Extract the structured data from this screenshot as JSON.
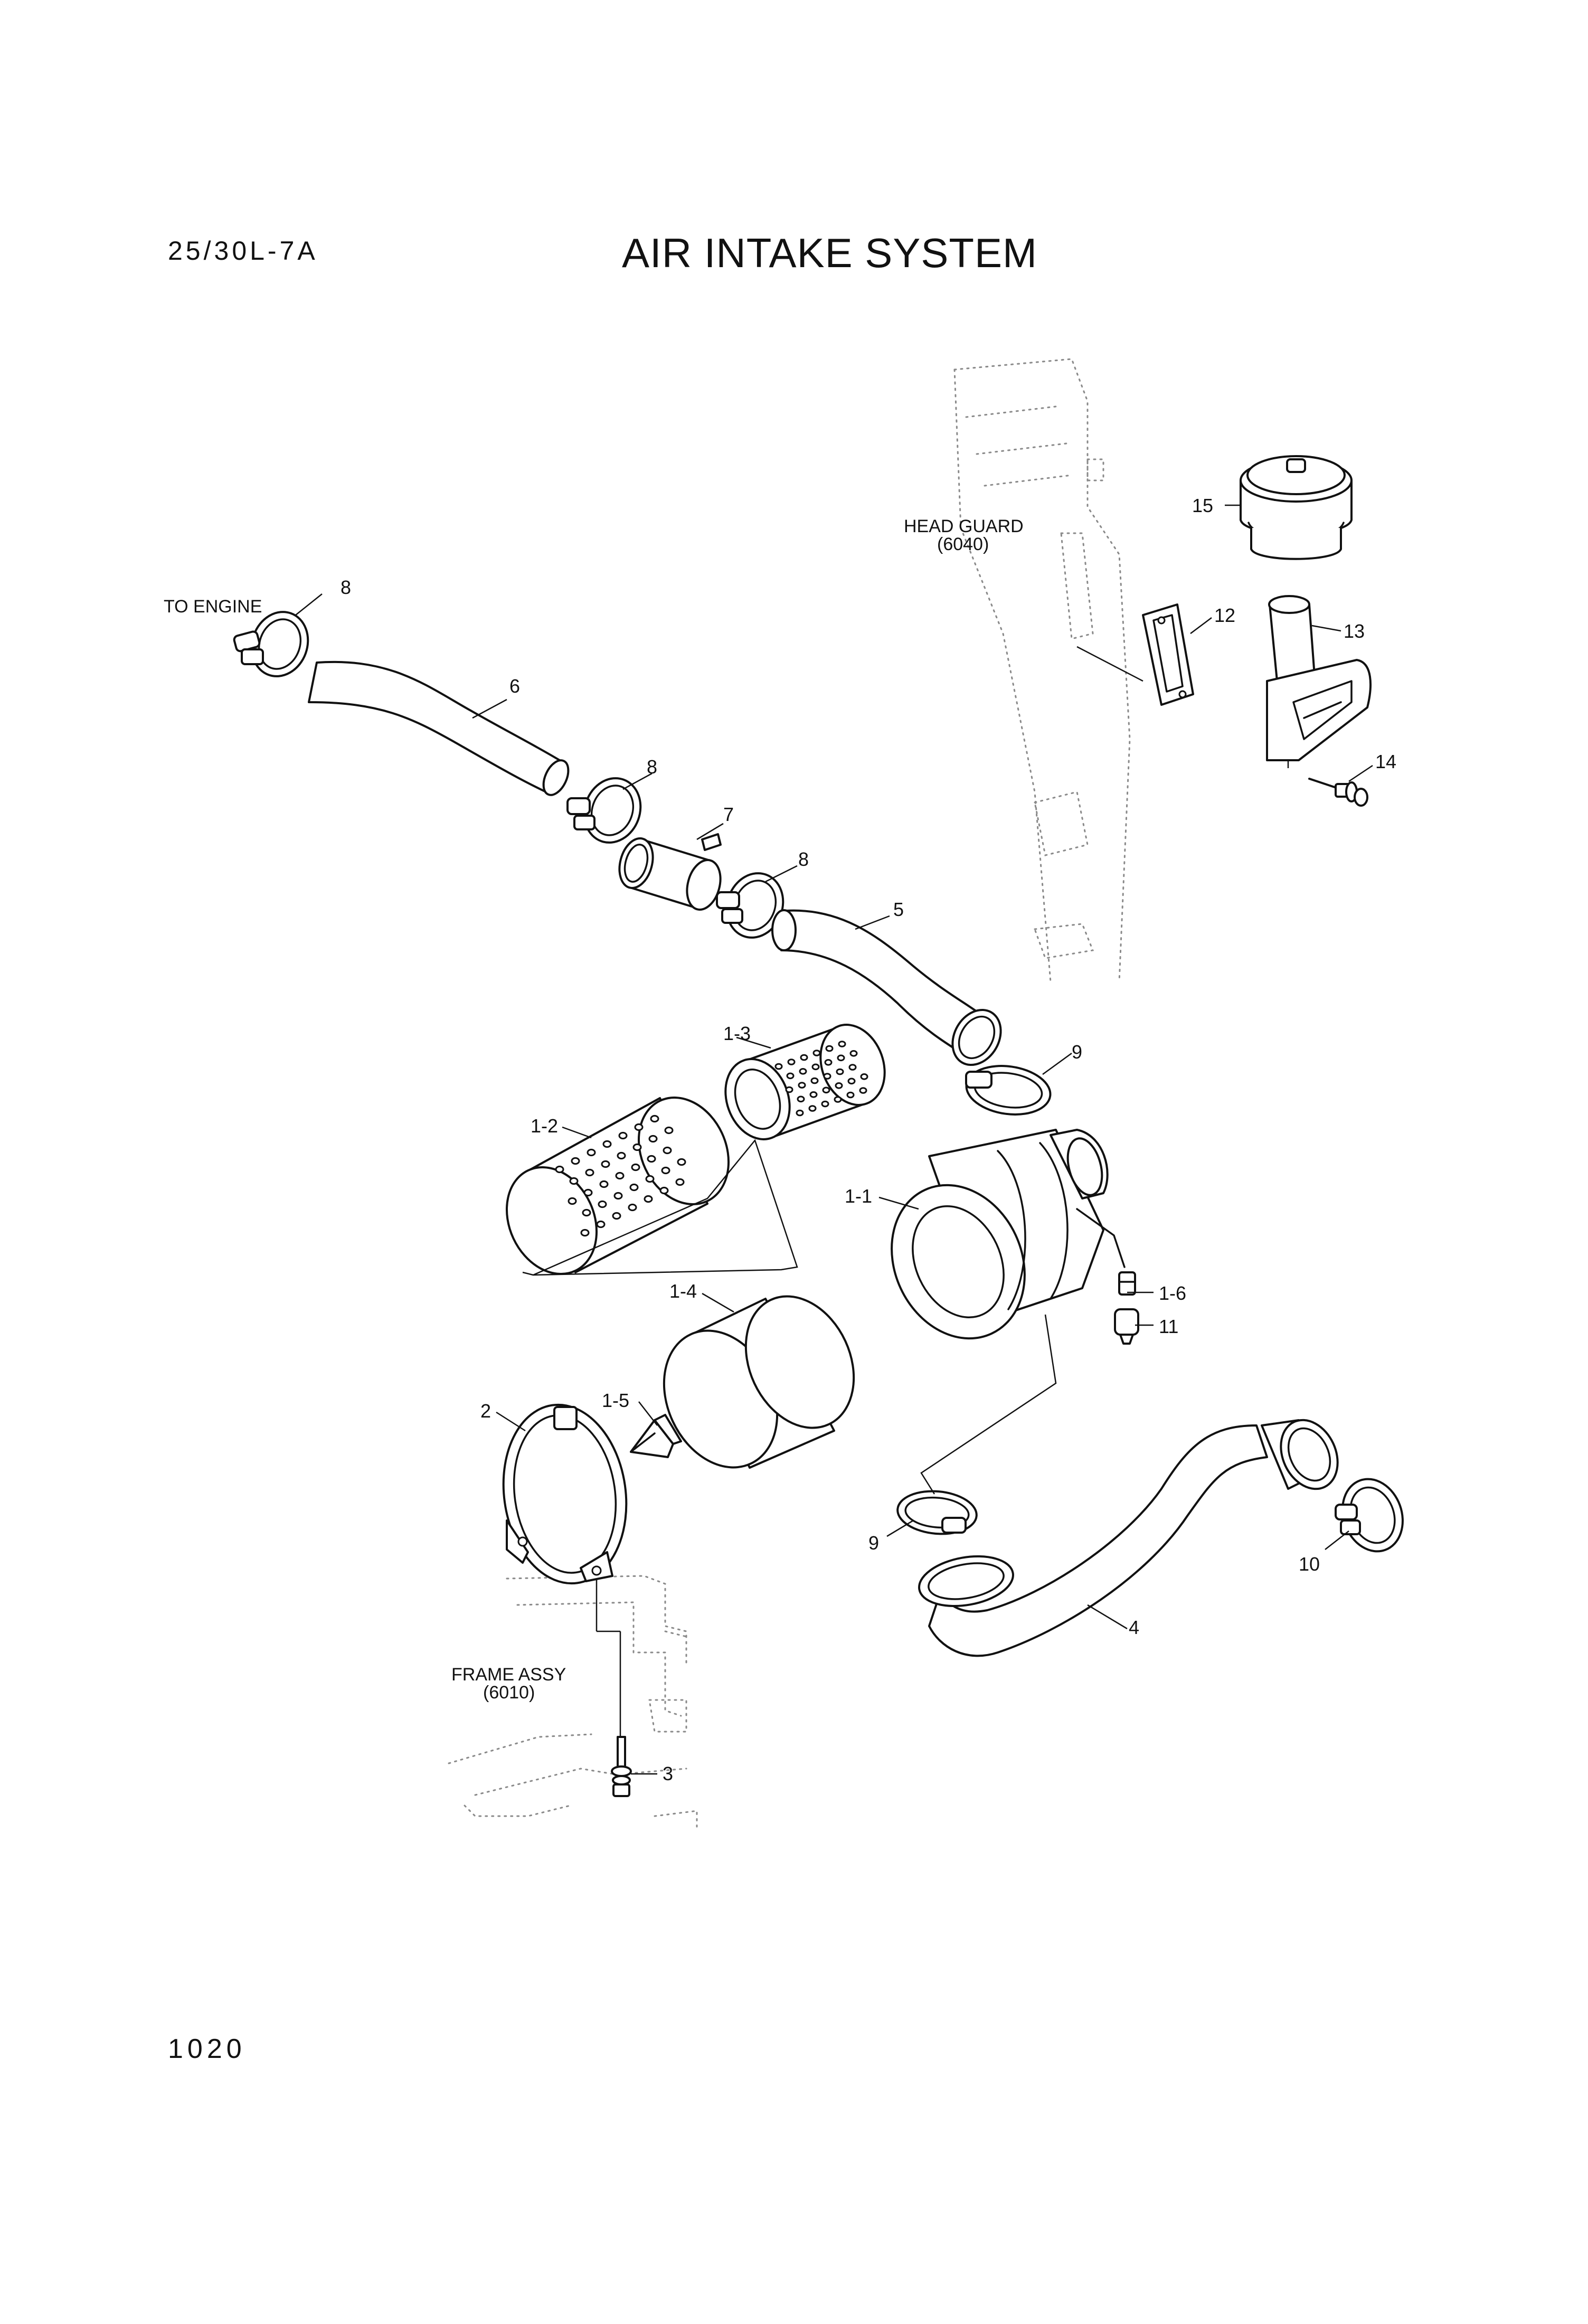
{
  "header": {
    "model": "25/30L-7A",
    "title": "AIR INTAKE SYSTEM"
  },
  "footer": {
    "page_number": "1020"
  },
  "diagram": {
    "reference_labels": {
      "to_engine": "TO ENGINE",
      "head_guard_name": "HEAD GUARD",
      "head_guard_code": "(6040)",
      "frame_assy_name": "FRAME ASSY",
      "frame_assy_code": "(6010)"
    },
    "callouts": {
      "p1_1": "1-1",
      "p1_2": "1-2",
      "p1_3": "1-3",
      "p1_4": "1-4",
      "p1_5": "1-5",
      "p1_6": "1-6",
      "p2": "2",
      "p3": "3",
      "p4": "4",
      "p5": "5",
      "p6": "6",
      "p7": "7",
      "p8_a": "8",
      "p8_b": "8",
      "p8_c": "8",
      "p9_a": "9",
      "p9_b": "9",
      "p10": "10",
      "p11": "11",
      "p12": "12",
      "p13": "13",
      "p14": "14",
      "p15": "15"
    },
    "icons": {
      "hose_clamp": "hose-clamp-icon",
      "bolt": "bolt-icon",
      "filter_element": "filter-element-icon"
    }
  }
}
